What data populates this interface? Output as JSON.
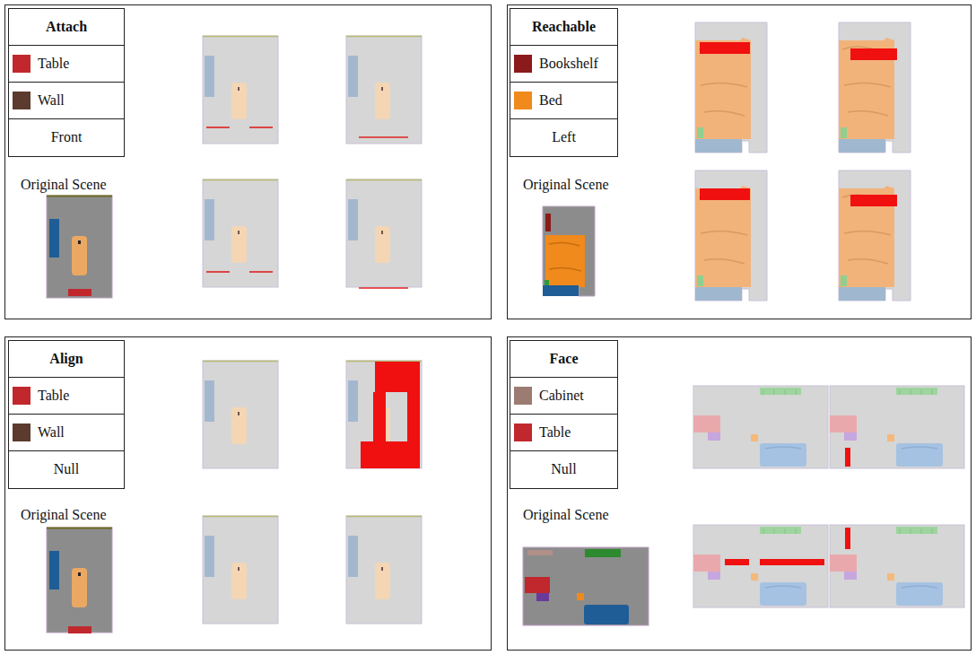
{
  "diagram": {
    "nodes": [
      {
        "text": [
          "Attach",
          "Front",
          "Original Scene"
        ]
      },
      {
        "text": [
          "Reachable",
          "Left",
          "Original Scene"
        ]
      },
      {
        "text": [
          "Align",
          "Null",
          "Original Scene"
        ]
      },
      {
        "text": [
          "Face",
          "Null",
          "Original Scene"
        ]
      }
    ],
    "legend": [
      {
        "text": "Table",
        "color": "#c0282d"
      },
      {
        "text": "Wall",
        "color": "#5c3a2e"
      },
      {
        "text": "Bookshelf",
        "color": "#8b1a1a"
      },
      {
        "text": "Bed",
        "color": "#f08a1c"
      },
      {
        "text": "Table",
        "color": "#c0282d"
      },
      {
        "text": "Wall",
        "color": "#5c3a2e"
      },
      {
        "text": "Cabinet",
        "color": "#9b7b72"
      },
      {
        "text": "Table",
        "color": "#c0282d"
      }
    ]
  }
}
